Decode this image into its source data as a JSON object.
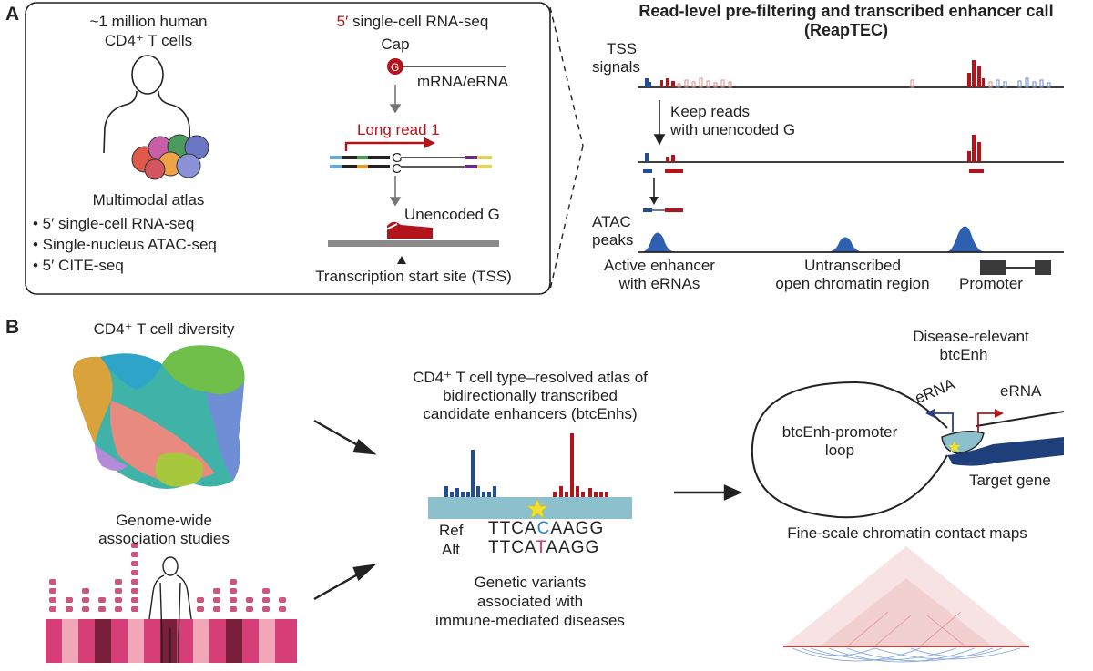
{
  "panelA": {
    "letter": "A",
    "cells": {
      "line1": "~1 million human",
      "line2": "CD4⁺ T cells"
    },
    "atlas": "Multimodal atlas",
    "bullets": [
      "• 5′ single-cell RNA-seq",
      "• Single-nucleus ATAC-seq",
      "• 5′ CITE-seq"
    ],
    "method": "5′ single-cell RNA-seq",
    "cap": "Cap",
    "g": "G",
    "mrna": "mRNA/eRNA",
    "longread": "Long read 1",
    "unencoded": "Unencoded G",
    "tss": "Transcription start site (TSS)",
    "title1": "Read-level pre-filtering and transcribed enhancer call",
    "title2": "(ReapTEC)",
    "tssSignals1": "TSS",
    "tssSignals2": "signals",
    "keep1": "Keep reads",
    "keep2": "with unencoded G",
    "atac1": "ATAC",
    "atac2": "peaks",
    "active1": "Active enhancer",
    "active2": "with eRNAs",
    "untrans1": "Untranscribed",
    "untrans2": "open chromatin region",
    "promoter": "Promoter"
  },
  "panelB": {
    "letter": "B",
    "diversity": "CD4⁺ T cell diversity",
    "gwas1": "Genome-wide",
    "gwas2": "association studies",
    "atlas1": "CD4⁺ T cell type–resolved atlas of",
    "atlas2": "bidirectionally transcribed",
    "atlas3": "candidate enhancers (btcEnhs)",
    "ref": "Ref",
    "alt": "Alt",
    "refSeqA": "TTCA",
    "refSeqB": "C",
    "refSeqC": "AAGG",
    "altSeqA": "TTCA",
    "altSeqB": "T",
    "altSeqC": "AAGG",
    "variants1": "Genetic variants",
    "variants2": "associated with",
    "variants3": "immune-mediated diseases",
    "disease1": "Disease-relevant",
    "disease2": "btcEnh",
    "erna": "eRNA",
    "loop1": "btcEnh-promoter",
    "loop2": "loop",
    "target": "Target gene",
    "contact": "Fine-scale chromatin contact maps"
  },
  "colors": {
    "red": "#b3141b",
    "blue": "#1f4e96",
    "atac": "#2f5fb0",
    "cyanBar": "#8cc0cc"
  }
}
